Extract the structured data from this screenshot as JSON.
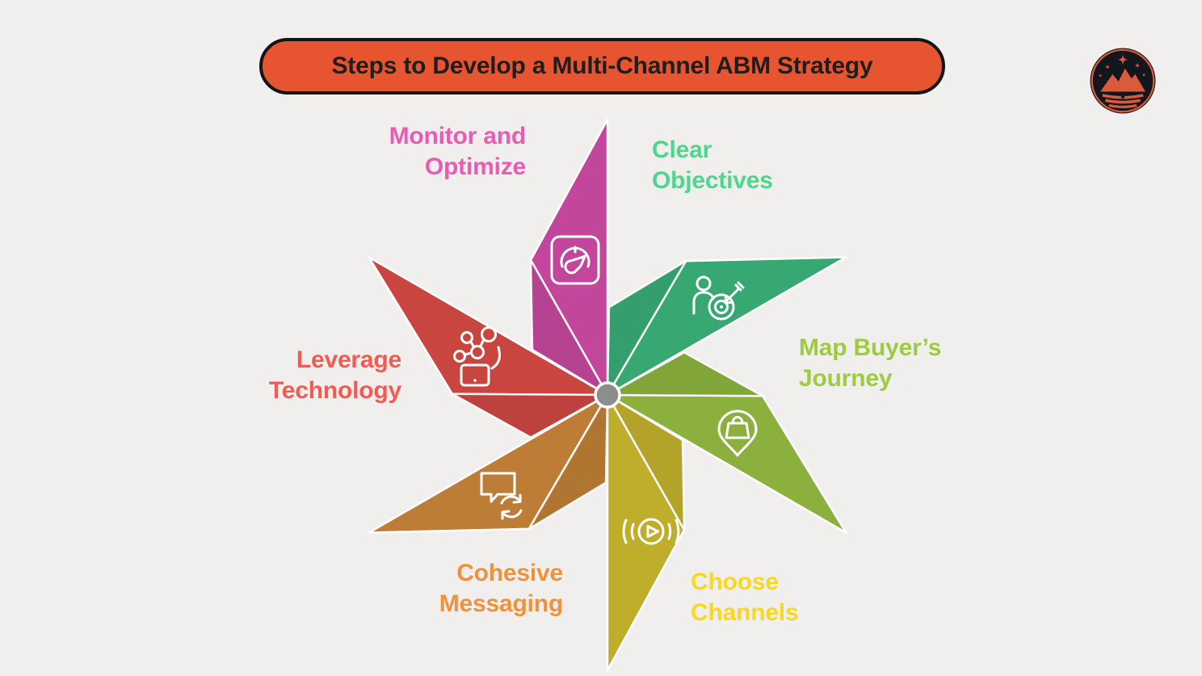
{
  "page": {
    "background": "#f0efee"
  },
  "header": {
    "title": "Steps to Develop a Multi-Channel ABM Strategy",
    "pill_bg": "#e6552f",
    "pill_border": "#141414",
    "title_color": "#1e1e1e"
  },
  "logo": {
    "name": "mountain-crown-logo",
    "bg": "#13161c",
    "ring": "#d95b3b",
    "art": "#d95b3b"
  },
  "wheel": {
    "hub_color": "#8d8d8d",
    "divider_color": "#ffffff"
  },
  "steps": [
    {
      "id": "monitor-optimize",
      "label_line1": "Monitor and",
      "label_line2": "Optimize",
      "text_color": "#e95cb2",
      "blade_color": "#c2479c",
      "icon": "gauge-icon"
    },
    {
      "id": "clear-objectives",
      "label_line1": "Clear",
      "label_line2": "Objectives",
      "text_color": "#4ed68c",
      "blade_color": "#38a873",
      "icon": "person-target-icon"
    },
    {
      "id": "map-buyers-journey",
      "label_line1": "Map Buyer’s",
      "label_line2": "Journey",
      "text_color": "#9ccd3f",
      "blade_color": "#8bb03d",
      "icon": "location-shopping-bag-icon"
    },
    {
      "id": "choose-channels",
      "label_line1": "Choose",
      "label_line2": "Channels",
      "text_color": "#f8d821",
      "blade_color": "#bfae2b",
      "icon": "broadcast-play-icon"
    },
    {
      "id": "cohesive-messaging",
      "label_line1": "Cohesive",
      "label_line2": "Messaging",
      "text_color": "#f0913c",
      "blade_color": "#bd7d36",
      "icon": "chat-sync-icon"
    },
    {
      "id": "leverage-technology",
      "label_line1": "Leverage",
      "label_line2": "Technology",
      "text_color": "#f25b51",
      "blade_color": "#c94640",
      "icon": "network-device-icon"
    }
  ]
}
